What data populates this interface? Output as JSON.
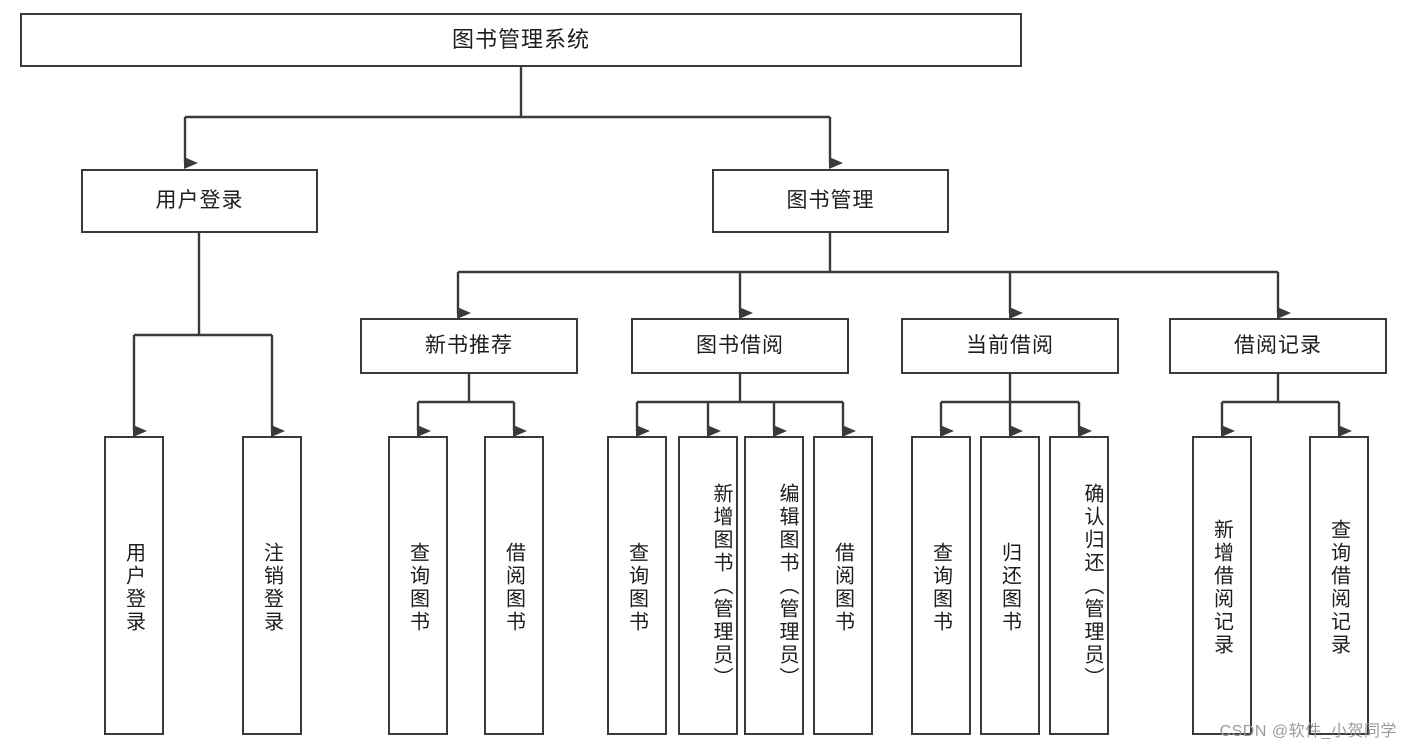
{
  "diagram": {
    "type": "tree-hierarchy",
    "title": "图书管理系统",
    "watermark": "CSDN @软件_小贺同学",
    "colors": {
      "box_border": "#3a3a3a",
      "box_fill": "#ffffff",
      "text": "#1d1d1d",
      "connector": "#3a3a3a",
      "watermark": "#9b9b9b",
      "background": "#ffffff"
    },
    "root": {
      "label": "图书管理系统"
    },
    "level2": [
      {
        "label": "用户登录"
      },
      {
        "label": "图书管理"
      }
    ],
    "level3": [
      {
        "label": "新书推荐"
      },
      {
        "label": "图书借阅"
      },
      {
        "label": "当前借阅"
      },
      {
        "label": "借阅记录"
      }
    ],
    "leaves": {
      "user_login": [
        {
          "label": "用户登录"
        },
        {
          "label": "注销登录"
        }
      ],
      "new_book_recommend": [
        {
          "label": "查询图书"
        },
        {
          "label": "借阅图书"
        }
      ],
      "book_borrow": [
        {
          "label": "查询图书"
        },
        {
          "label": "新增图书（管理员）"
        },
        {
          "label": "编辑图书（管理员）"
        },
        {
          "label": "借阅图书"
        }
      ],
      "current_borrow": [
        {
          "label": "查询图书"
        },
        {
          "label": "归还图书"
        },
        {
          "label": "确认归还（管理员）"
        }
      ],
      "borrow_record": [
        {
          "label": "新增借阅记录"
        },
        {
          "label": "查询借阅记录"
        }
      ]
    }
  }
}
